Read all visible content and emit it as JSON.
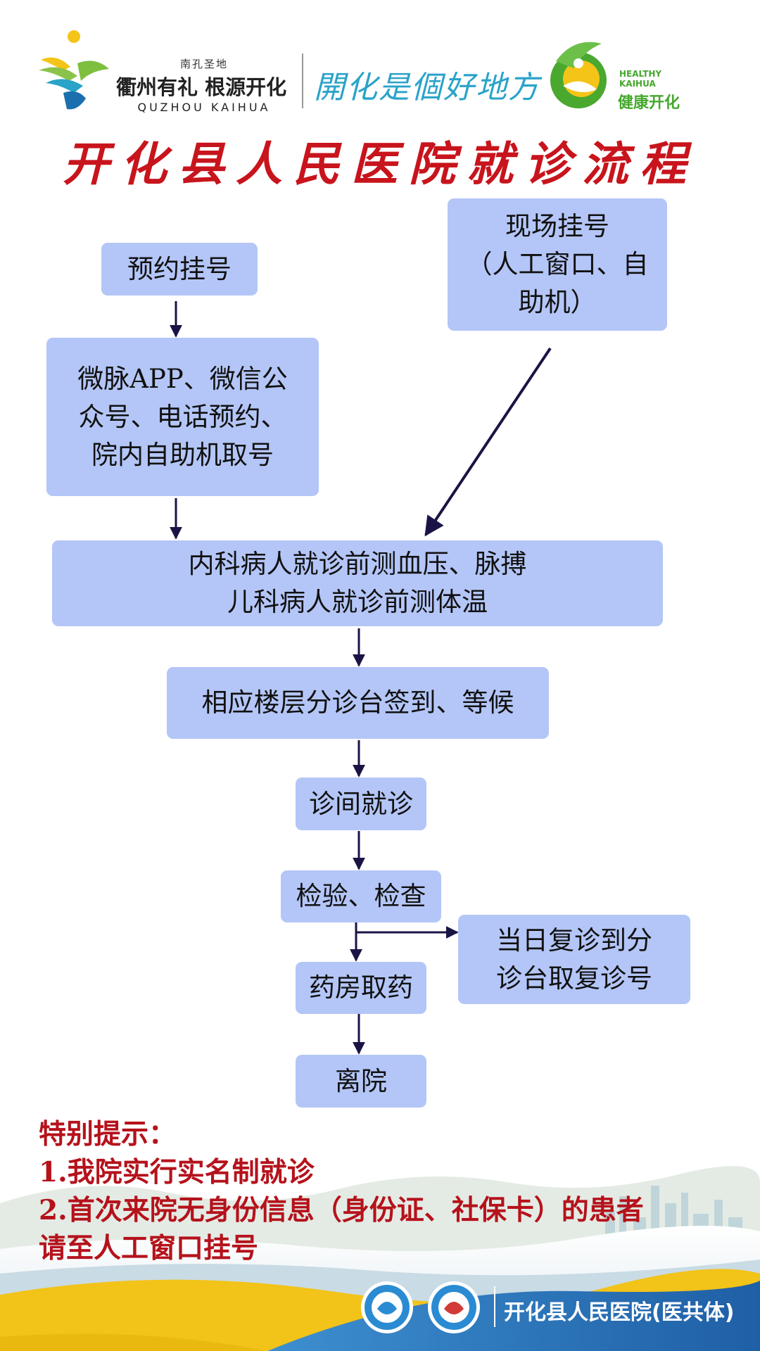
{
  "header": {
    "brand_top": "南孔圣地",
    "brand_main": "衢州有礼 根源开化",
    "brand_sub": "QUZHOU KAIHUA",
    "slogan": "開化是個好地方",
    "healthy_en_1": "HEALTHY",
    "healthy_en_2": "KAIHUA",
    "healthy_cn": "健康开化"
  },
  "title": "开化县人民医院就诊流程",
  "flow": {
    "appointment": "预约挂号",
    "onsite": "现场挂号\n（人工窗口、自\n助机）",
    "appointment_channels": "微脉APP、微信公\n众号、电话预约、\n院内自助机取号",
    "pre_check": "内科病人就诊前测血压、脉搏\n儿科病人就诊前测体温",
    "check_in": "相应楼层分诊台签到、等候",
    "consult": "诊间就诊",
    "exam": "检验、检查",
    "pharmacy": "药房取药",
    "revisit": "当日复诊到分\n诊台取复诊号",
    "leave": "离院"
  },
  "notice": {
    "heading": "特别提示：",
    "line1": "1.我院实行实名制就诊",
    "line2": "2.首次来院无身份信息（身份证、社保卡）的患者",
    "line3": "请至人工窗口挂号"
  },
  "footer": {
    "hospital_name": "开化县人民医院(医共体)"
  },
  "colors": {
    "box_fill": "#b4c6f7",
    "arrow": "#1a1446",
    "title_red": "#c8141c",
    "notice_red": "#b5121b",
    "footer_blue": "#1f6fb0",
    "footer_yellow": "#f2c318"
  }
}
